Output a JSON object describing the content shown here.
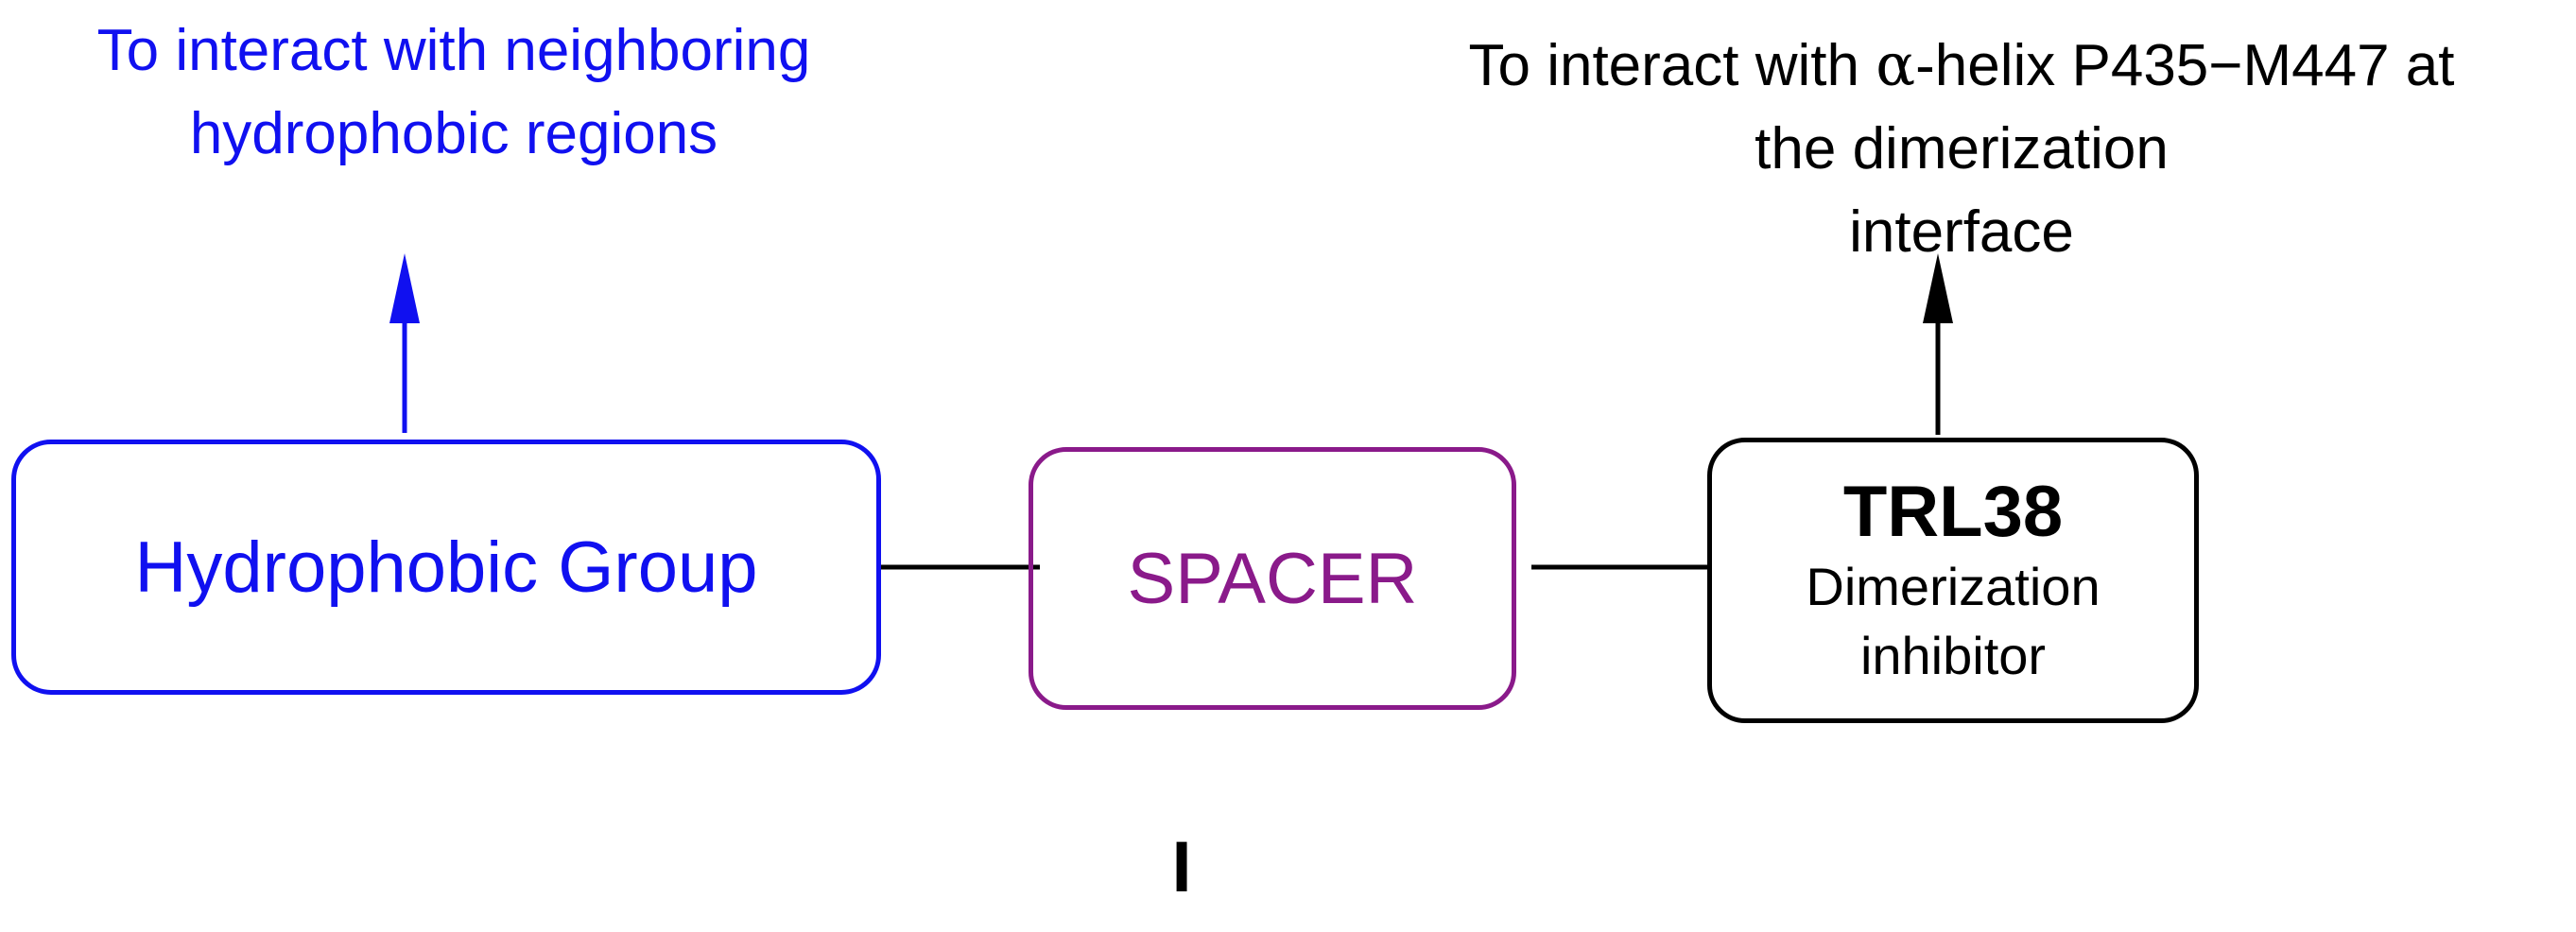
{
  "colors": {
    "hydrophobic": "#1010f0",
    "spacer": "#8a1a8a",
    "trl": "#000000"
  },
  "hydrophobic_note": {
    "line1": "To interact with neighboring",
    "line2": "hydrophobic regions"
  },
  "helix_note": {
    "line1_prefix": "To interact with ",
    "alpha": "α",
    "line1_suffix": "-helix P435−M447 at",
    "line2": "the dimerization",
    "line3": "interface"
  },
  "boxes": {
    "hydrophobic": "Hydrophobic Group",
    "spacer": "SPACER",
    "trl_title": "TRL38",
    "trl_line1": "Dimerization",
    "trl_line2": "inhibitor"
  },
  "compound_label": "I"
}
